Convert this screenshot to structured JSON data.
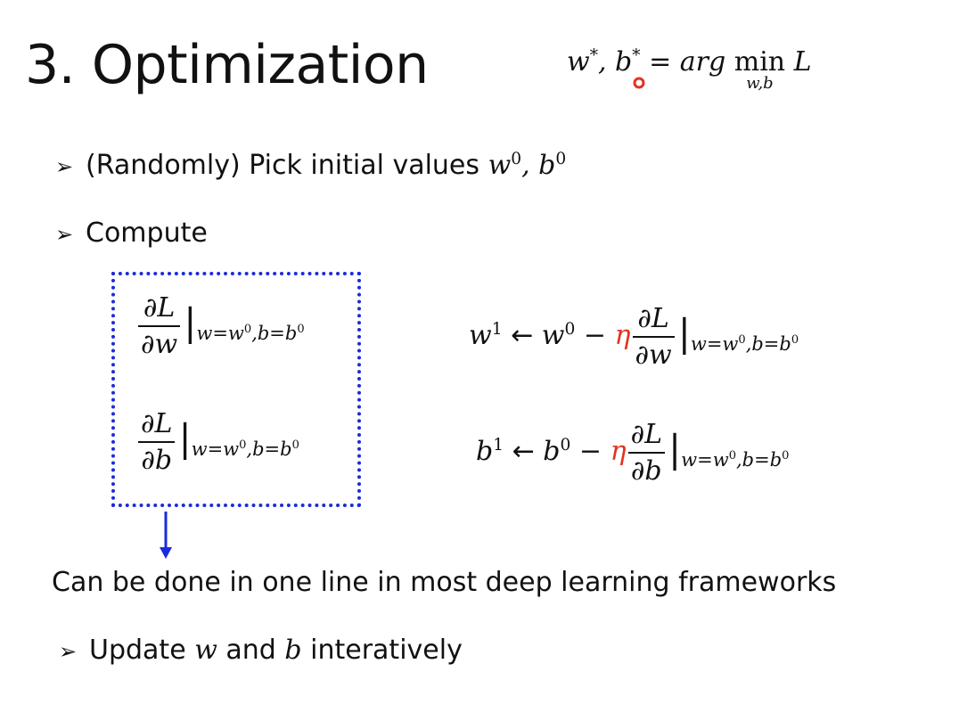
{
  "slide": {
    "title": "3. Optimization",
    "bullets": [
      {
        "text": "(Randomly) Pick initial values "
      },
      {
        "text": "Compute"
      },
      {
        "text_parts": [
          "Update ",
          " and ",
          " interatively"
        ]
      }
    ],
    "note": "Can be done in one line in most deep learning frameworks",
    "colors": {
      "accent_eta": "#e0341f",
      "box_border": "#1a2bdd",
      "arrow": "#1a2bdd",
      "pointer": "#e0341f"
    }
  }
}
